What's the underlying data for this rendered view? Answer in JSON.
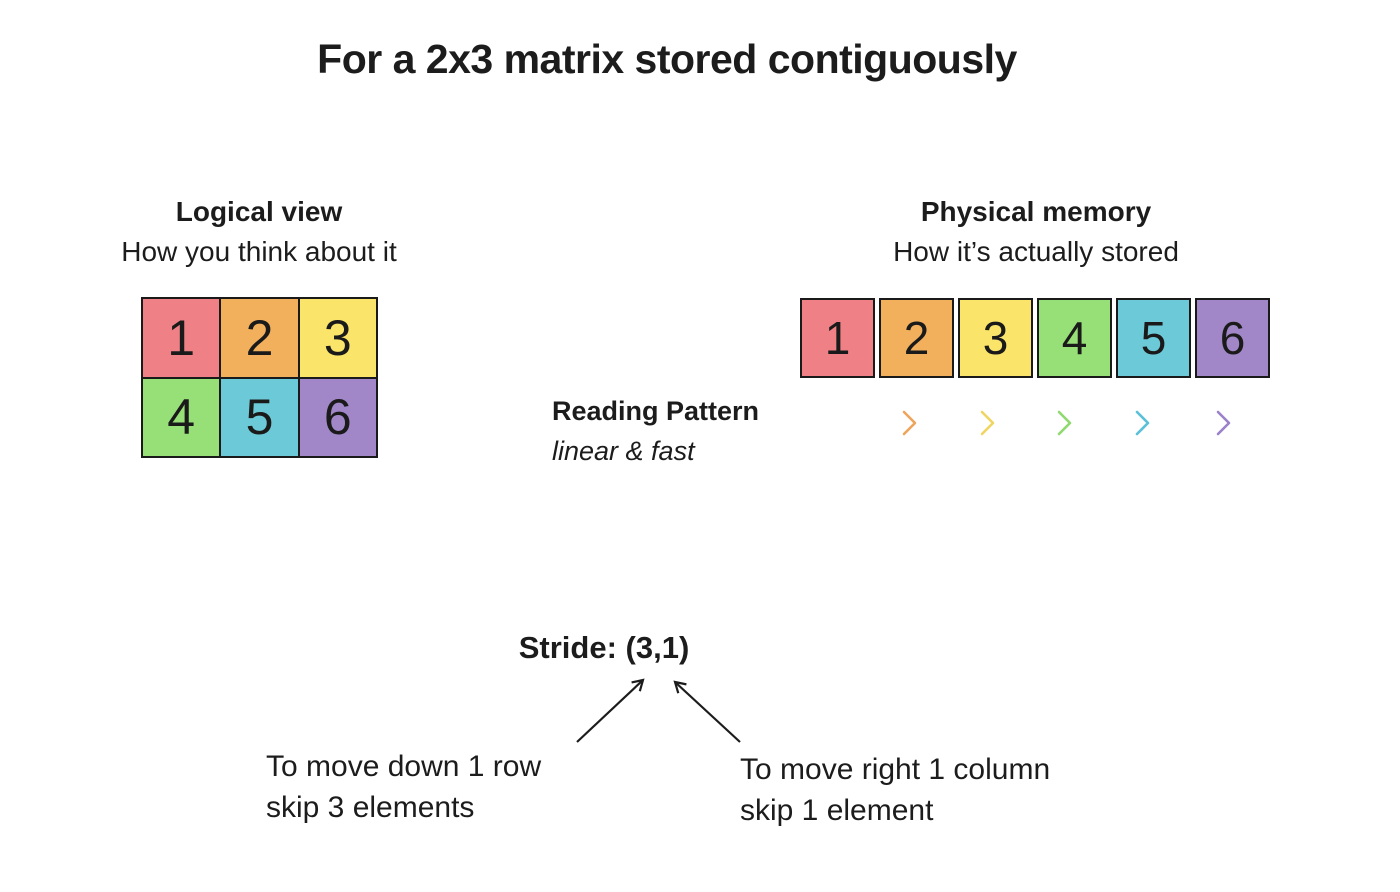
{
  "title": "For a 2x3 matrix stored contiguously",
  "logical": {
    "heading": "Logical view",
    "subheading": "How you think about it",
    "rows": [
      [
        "1",
        "2",
        "3"
      ],
      [
        "4",
        "5",
        "6"
      ]
    ]
  },
  "physical": {
    "heading": "Physical memory",
    "subheading": "How it’s actually stored",
    "cells": [
      "1",
      "2",
      "3",
      "4",
      "5",
      "6"
    ]
  },
  "reading_pattern": {
    "heading": "Reading Pattern",
    "subheading": "linear & fast"
  },
  "stride": {
    "label": "Stride: (3,1)",
    "left_note_line1": "To move down 1 row",
    "left_note_line2": "skip 3 elements",
    "right_note_line1": "To move right 1 column",
    "right_note_line2": "skip 1 element"
  },
  "colors": {
    "cells": [
      "#EF8186",
      "#F2B05C",
      "#FAE469",
      "#97E077",
      "#6CC9D7",
      "#A287C8"
    ],
    "gradient": [
      "#E8837E",
      "#EFA45B",
      "#F4DC66",
      "#90DB72",
      "#63C3D6",
      "#9C84CA"
    ],
    "chevrons": [
      "#EFA45B",
      "#F0D660",
      "#8FD96F",
      "#5BC0D8",
      "#9B82C9"
    ],
    "text": "#1c1c1c",
    "cell_border": "#1a1a1a"
  }
}
